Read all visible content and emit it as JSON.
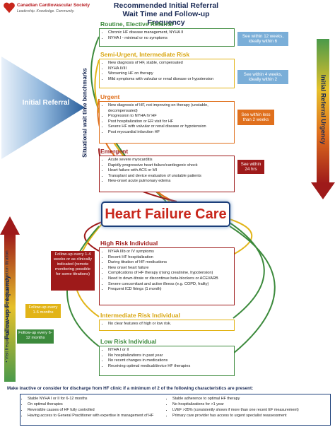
{
  "header": {
    "org_name": "Canadian Cardiovascular Society",
    "org_tagline": "Leadership. Knowledge. Community.",
    "title_line1": "Recommended Initial Referral",
    "title_line2": "Wait Time and Follow-up Frequency"
  },
  "left_panel": {
    "initial_referral": "Initial Referral",
    "benchmarks_label": "Situational wait time benchmarks"
  },
  "right_panel": {
    "urgency_label": "Initial Referral Urgency"
  },
  "referral_sections": [
    {
      "heading": "Routine, Elective Referral",
      "color": "#3c8a3c",
      "items": [
        "Chronic HF disease management, NYHA II",
        "NYHA I - minimal or no symptoms"
      ],
      "wait": "See within 12 weeks, ideally within 6",
      "wait_color": "#7aaed8"
    },
    {
      "heading": "Semi-Urgent, Intermediate Risk",
      "color": "#e2b417",
      "items": [
        "New diagnosis of HF, stable, compensated",
        "NYHA II/III",
        "Worsening HF on therapy",
        "Mild symptoms with valvular or renal disease or hypotension"
      ],
      "wait": "See within 4 weeks, ideally within 2",
      "wait_color": "#7aaed8"
    },
    {
      "heading": "Urgent",
      "color": "#e0701d",
      "items": [
        "New diagnosis of HF, not improving on therapy (unstable, decompensated)",
        "Progression to NYHA IV HF",
        "Post hospitalization or ER visit for HF",
        "Severe HF with valvular or renal disease or hypotension",
        "Post myocardial infarction HF"
      ],
      "wait": "See within less than 2 weeks",
      "wait_color": "#e0701d"
    },
    {
      "heading": "Emergent",
      "color": "#9e1a1a",
      "items": [
        "Acute severe myocarditis",
        "Rapidly progressive heart failure/cardiogenic shock",
        "Heart failure with ACS or MI",
        "Transplant and device evaluation of unstable patients",
        "New-onset acute pulmonary edema"
      ],
      "wait": "See within 24 hrs",
      "wait_color": "#9e1a1a"
    }
  ],
  "center": {
    "heart_failure_care": "Heart Failure Care"
  },
  "followup_panel": {
    "frequency_label": "Follow-up Frequency",
    "medication_note": "Visit frequency may increase during medication titration",
    "tags": [
      "Follow-up every 1-4 weeks or as clinically indicated (remote monitoring possible for some titrations)",
      "Follow-up every 1-6 months",
      "Follow-up every 6-12 months"
    ]
  },
  "risk_sections": [
    {
      "heading": "High Risk Individual",
      "color": "#9e1a1a",
      "items": [
        "NYHA IIIb or IV symptoms",
        "Recent HF hospitalization",
        "During titration of HF medications",
        "New onset heart failure",
        "Complications of HF therapy (rising creatinine, hypotension)",
        "Need to down-titrate or discontinue beta-blockers or ACEI/ARB",
        "Severe concomitant and active illness (e.g. COPD, frailty)",
        "Frequent ICD firings (1 month)"
      ]
    },
    {
      "heading": "Intermediate Risk Individual",
      "color": "#e2b417",
      "items": [
        "No clear features of high or low risk."
      ]
    },
    {
      "heading": "Low Risk Individual",
      "color": "#3c8a3c",
      "items": [
        "NYHA I or II",
        "No hospitalizations in past year",
        "No recent changes in medications",
        "Receiving optimal medical/device HF therapies"
      ]
    }
  ],
  "discharge": {
    "title": "Make inactive or consider for discharge from HF clinic if a minimum of 2 of the following characteristics are present:",
    "left_items": [
      "Stable NYHA I or II for 6-12 months",
      "On optimal therapies",
      "Reversible causes of HF fully controlled",
      "Having access to General Practitioner with expertise in management of HF"
    ],
    "right_items": [
      "Stable adherence to optimal HF therapy",
      "No hospitalizations for >1 year",
      "LVEF >35% (consistently shown if more than one recent EF measurement)",
      "Primary care provider has access to urgent specialist reassessment"
    ]
  }
}
